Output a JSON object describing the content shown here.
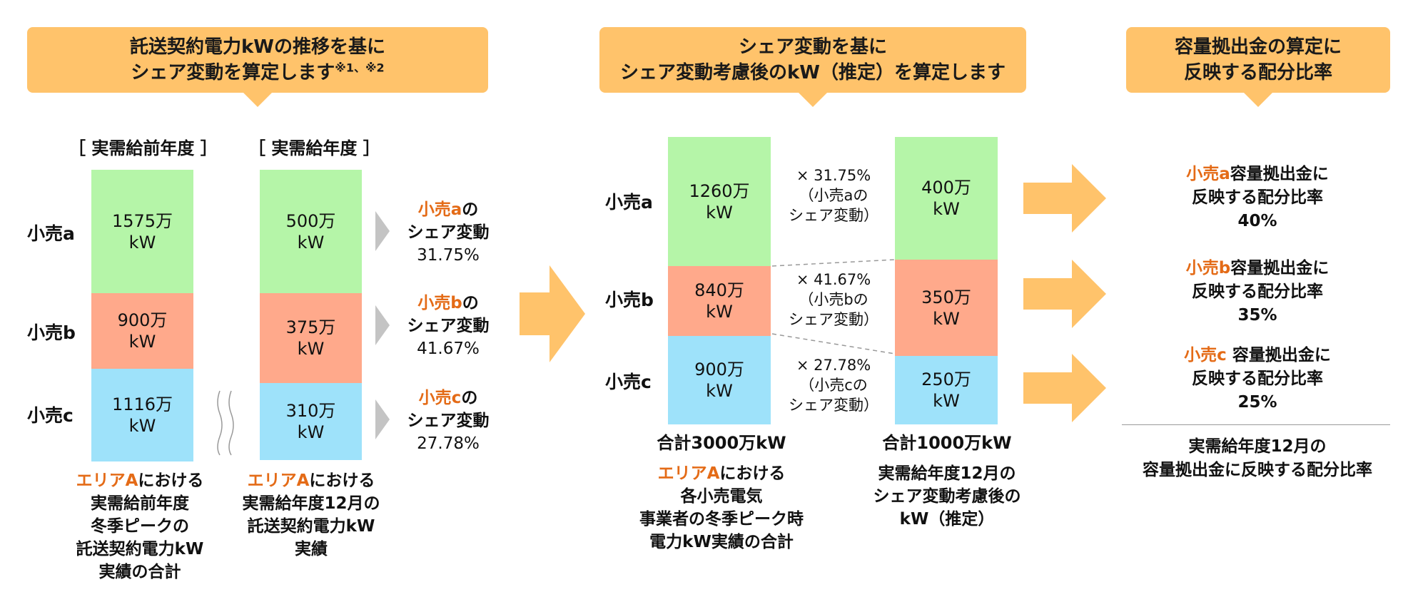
{
  "callouts": {
    "first": {
      "line1": "託送契約電力kWの推移を基に",
      "line2": "シェア変動を算定します",
      "note": "※1、※2"
    },
    "second": {
      "line1": "シェア変動を基に",
      "line2": "シェア変動考慮後のkW（推定）を算定します"
    },
    "third": {
      "line1": "容量拠出金の算定に",
      "line2": "反映する配分比率"
    }
  },
  "brackets": {
    "prior": "［ 実需給前年度 ］",
    "current": "［ 実需給年度 ］"
  },
  "row_labels": {
    "a": "小売a",
    "b": "小売b",
    "c": "小売c"
  },
  "chart_data": [
    {
      "type": "stacked-bar",
      "title": "実需給前年度",
      "categories": [
        "小売a",
        "小売b",
        "小売c"
      ],
      "values": [
        1575,
        900,
        1116
      ],
      "labels": [
        {
          "value": "1575万",
          "unit": "kW"
        },
        {
          "value": "900万",
          "unit": "kW"
        },
        {
          "value": "1116万",
          "unit": "kW"
        }
      ]
    },
    {
      "type": "stacked-bar",
      "title": "実需給年度",
      "categories": [
        "小売a",
        "小売b",
        "小売c"
      ],
      "values": [
        500,
        375,
        310
      ],
      "labels": [
        {
          "value": "500万",
          "unit": "kW"
        },
        {
          "value": "375万",
          "unit": "kW"
        },
        {
          "value": "310万",
          "unit": "kW"
        }
      ]
    },
    {
      "type": "stacked-bar",
      "categories": [
        "小売a",
        "小売b",
        "小売c"
      ],
      "values": [
        1260,
        840,
        900
      ],
      "labels": [
        {
          "value": "1260万",
          "unit": "kW"
        },
        {
          "value": "840万",
          "unit": "kW"
        },
        {
          "value": "900万",
          "unit": "kW"
        }
      ],
      "total": "合計3000万kW"
    },
    {
      "type": "stacked-bar",
      "categories": [
        "小売a",
        "小売b",
        "小売c"
      ],
      "values": [
        400,
        350,
        250
      ],
      "labels": [
        {
          "value": "400万",
          "unit": "kW"
        },
        {
          "value": "350万",
          "unit": "kW"
        },
        {
          "value": "250万",
          "unit": "kW"
        }
      ],
      "total": "合計1000万kW"
    }
  ],
  "shares": [
    {
      "name": "小売a",
      "suffix": "の",
      "label": "シェア変動",
      "pct": "31.75%"
    },
    {
      "name": "小売b",
      "suffix": "の",
      "label": "シェア変動",
      "pct": "41.67%"
    },
    {
      "name": "小売c",
      "suffix": "の",
      "label": "シェア変動",
      "pct": "27.78%"
    }
  ],
  "multipliers": [
    {
      "line1": "× 31.75%",
      "line2": "（小売aの",
      "line3": "シェア変動）"
    },
    {
      "line1": "× 41.67%",
      "line2": "（小売bの",
      "line3": "シェア変動）"
    },
    {
      "line1": "× 27.78%",
      "line2": "（小売cの",
      "line3": "シェア変動）"
    }
  ],
  "captions": {
    "prior": {
      "accent": "エリアA",
      "l1": "における",
      "l2": "実需給前年度",
      "l3": "冬季ピークの",
      "l4": "託送契約電力kW",
      "l5": "実績の合計"
    },
    "current": {
      "accent": "エリアA",
      "l1": "における",
      "l2": "実需給年度12月の",
      "l3": "託送契約電力kW",
      "l4": "実績"
    },
    "mid_left": {
      "accent": "エリアA",
      "l1": "における",
      "l2": "各小売電気",
      "l3": "事業者の冬季ピーク時",
      "l4": "電力kW実績の合計"
    },
    "mid_right": {
      "l1": "実需給年度12月の",
      "l2": "シェア変動考慮後の",
      "l3": "kW（推定）"
    }
  },
  "results": [
    {
      "name": "小売a",
      "label": "容量拠出金に",
      "line2": "反映する配分比率",
      "pct": "40%"
    },
    {
      "name": "小売b",
      "label": "容量拠出金に",
      "line2": "反映する配分比率",
      "pct": "35%"
    },
    {
      "name": "小売c",
      "label": " 容量拠出金に",
      "line2": "反映する配分比率",
      "pct": "25%"
    }
  ],
  "footer": {
    "line1": "実需給年度12月の",
    "line2": "容量拠出金に反映する配分比率"
  },
  "colors": {
    "callout": "#ffc36b",
    "green": "#b5f5a8",
    "salmon": "#ffa98b",
    "blue": "#9ee2fa",
    "accent": "#e46b17",
    "arrow": "#ffc36b",
    "chevron": "#c4c4c4"
  }
}
